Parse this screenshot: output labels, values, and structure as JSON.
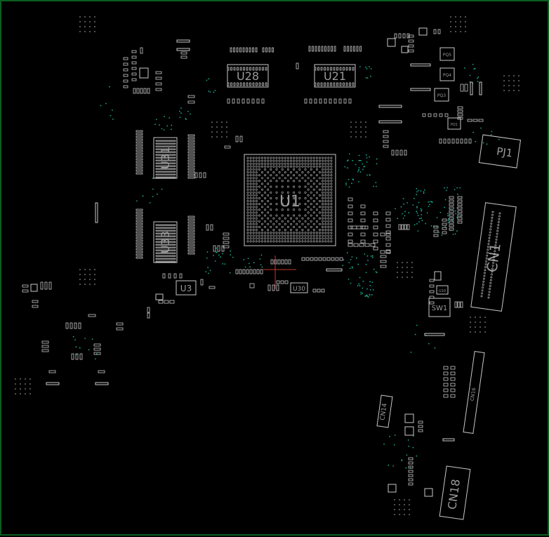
{
  "title": "",
  "colors": {
    "background": "#000000",
    "border": "#0b5d1e",
    "outline": "#c8c8c8",
    "label": "#9a9a9a",
    "via": "#1aa88f",
    "trace": "#c0392b"
  },
  "components": {
    "u1": "U1",
    "u28": "U28",
    "u21": "U21",
    "u31": "U31",
    "u33": "U33",
    "u3": "U3",
    "u30": "U30",
    "pj1": "PJ1",
    "cn1": "CN1",
    "sw1": "SW1",
    "cn14": "CN14",
    "cn18": "CN18",
    "cn_right": "CN16",
    "pq3": "PQ3",
    "pq4": "PQ4",
    "pq5": "PQ5",
    "pq1": "PQ1",
    "u10": "U10"
  }
}
